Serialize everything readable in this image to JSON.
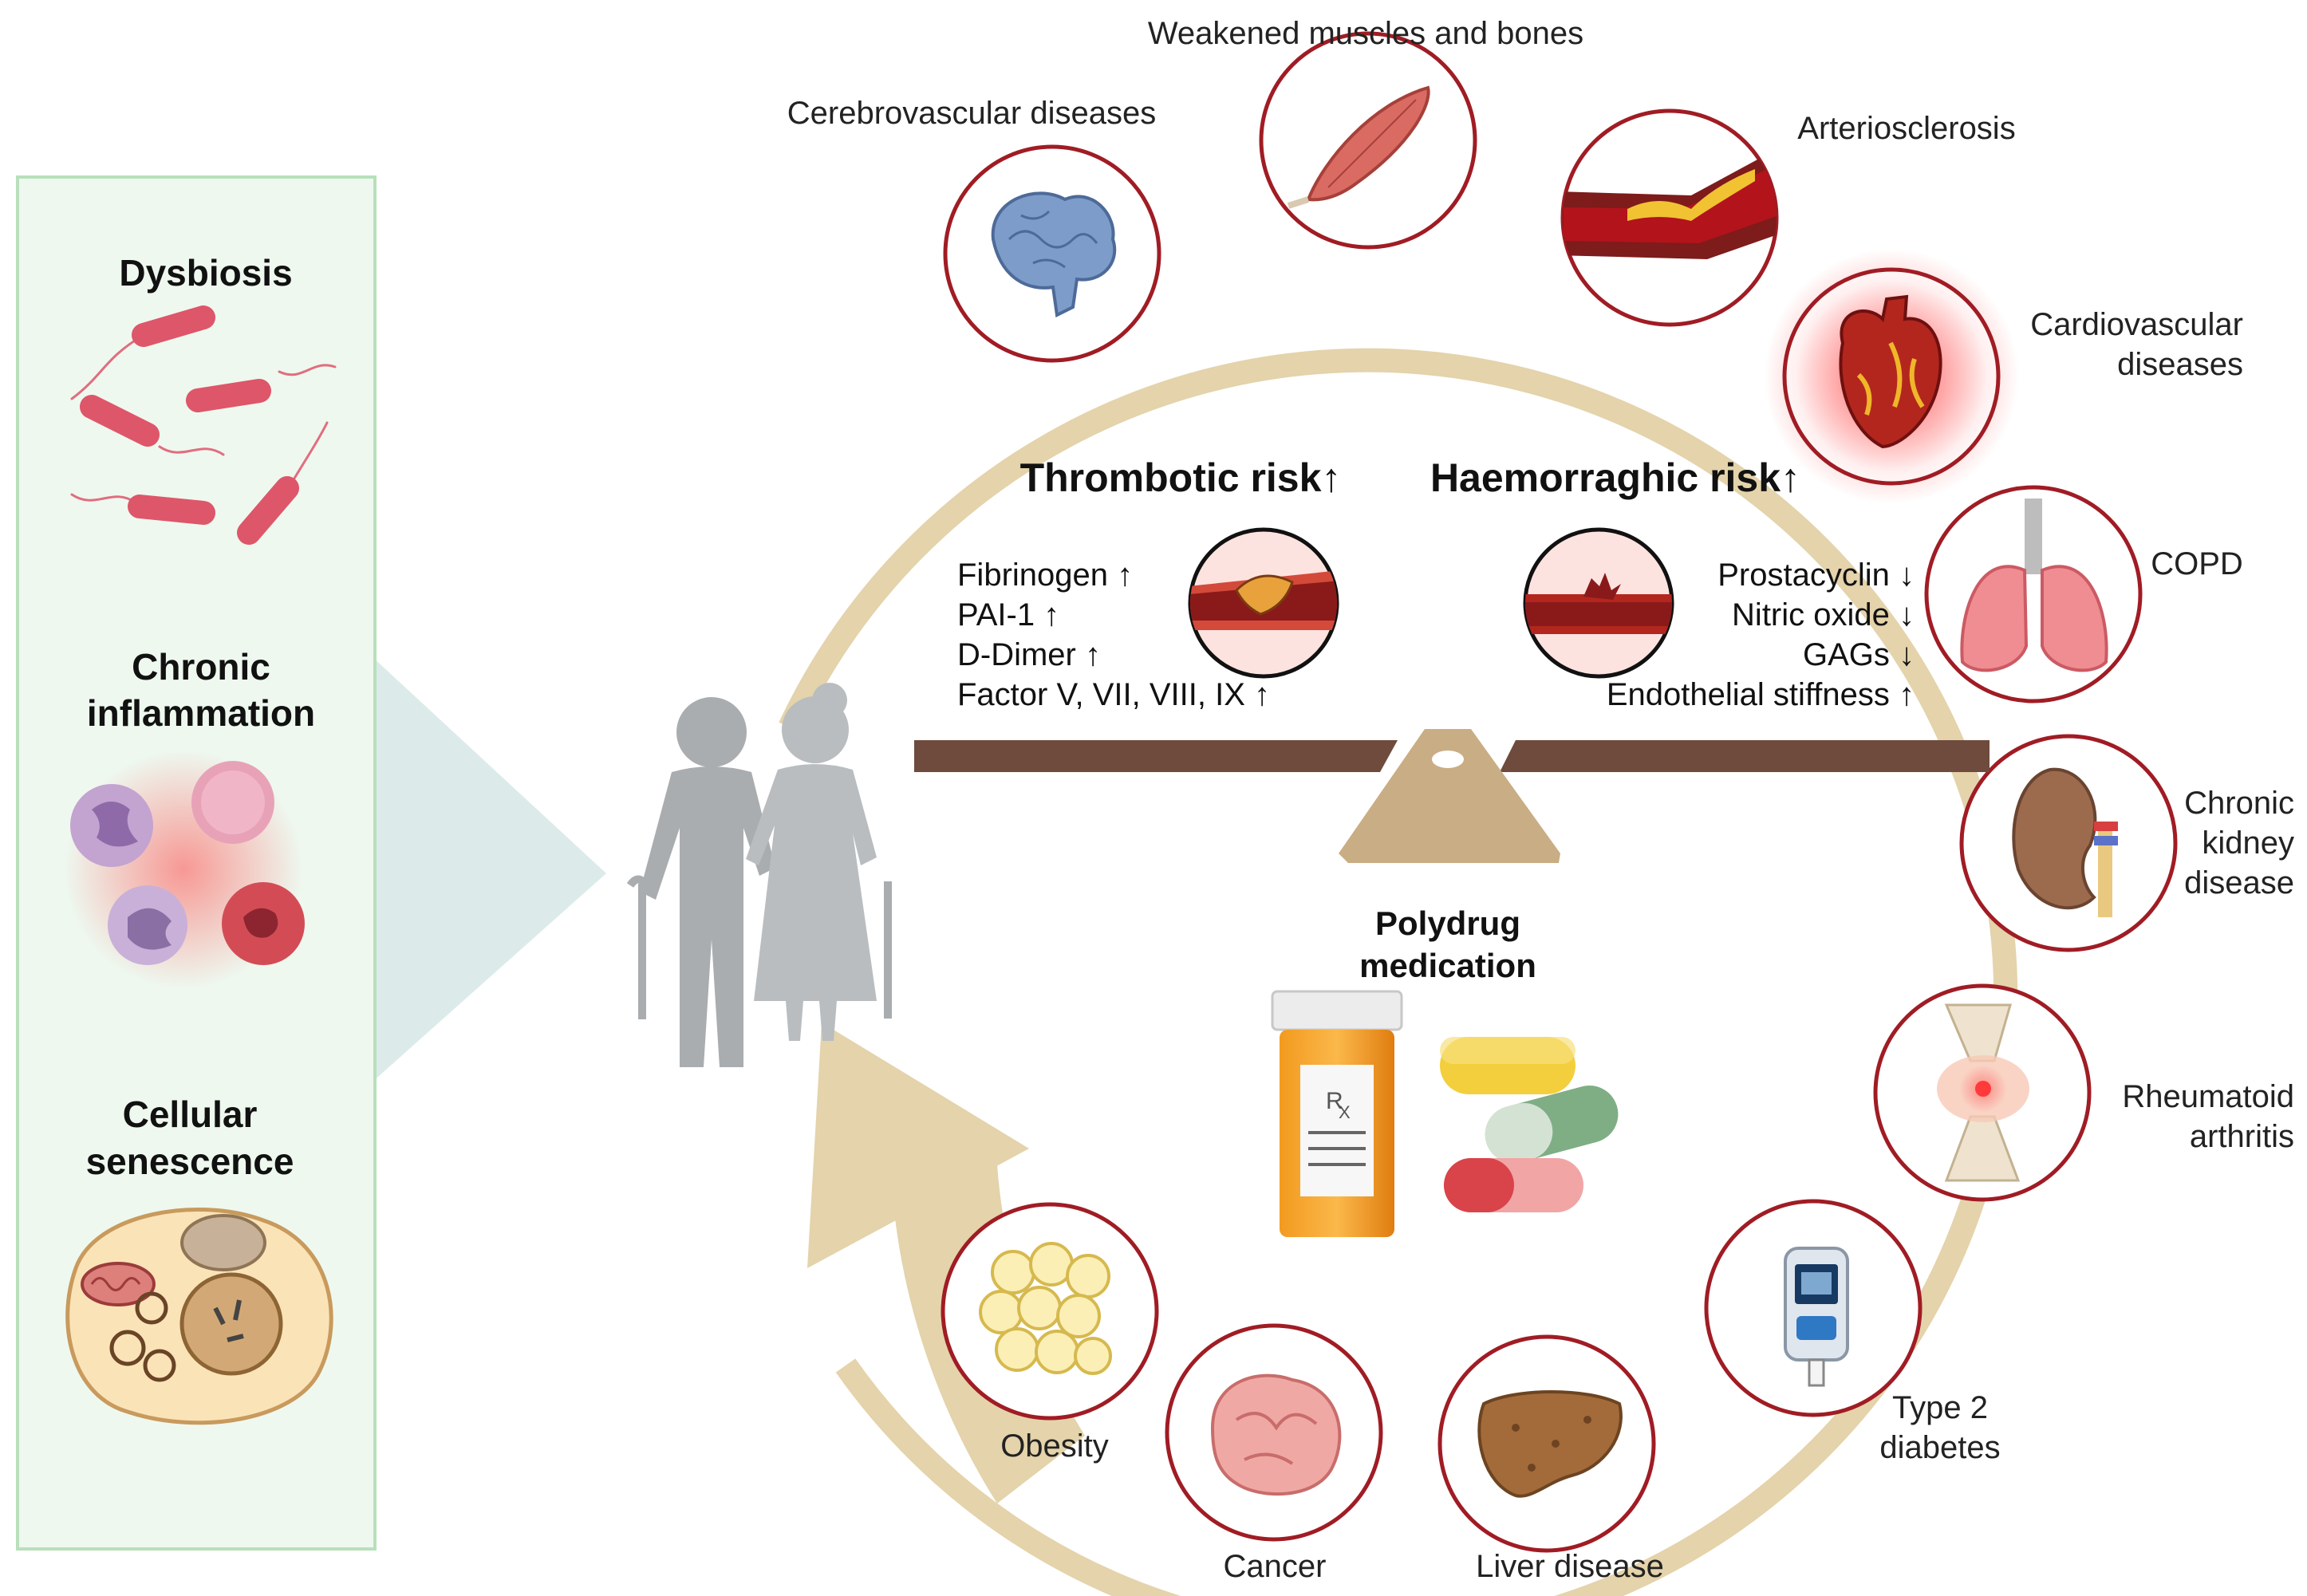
{
  "left_panel": {
    "items": [
      {
        "label": "Dysbiosis",
        "icon": "bacteria-icon"
      },
      {
        "label_lines": [
          "Chronic",
          "inflammation"
        ],
        "icon": "immune-cells-icon"
      },
      {
        "label_lines": [
          "Cellular",
          "senescence"
        ],
        "icon": "senescent-cell-icon"
      }
    ]
  },
  "center": {
    "thrombotic": {
      "title": "Thrombotic risk↑",
      "markers": [
        "Fibrinogen ↑",
        "PAI-1 ↑",
        "D-Dimer ↑",
        "Factor V, VII, VIII, IX ↑"
      ]
    },
    "haemorrhagic": {
      "title": "Haemorraghic risk↑",
      "markers": [
        "Prostacyclin ↓",
        "Nitric oxide ↓",
        "GAGs ↓",
        "Endothelial stiffness ↑"
      ]
    },
    "polydrug": {
      "label_lines": [
        "Polydrug",
        "medication"
      ],
      "rx": "R",
      "rx_sub": "X"
    }
  },
  "conditions": [
    {
      "label_lines": [
        "Cerebrovascular diseases"
      ],
      "icon": "brain-icon"
    },
    {
      "label_lines": [
        "Weakened muscles and bones"
      ],
      "icon": "muscle-icon"
    },
    {
      "label_lines": [
        "Arteriosclerosis"
      ],
      "icon": "artery-plaque-icon"
    },
    {
      "label_lines": [
        "Cardiovascular",
        "diseases"
      ],
      "icon": "heart-icon"
    },
    {
      "label_lines": [
        "COPD"
      ],
      "icon": "lungs-icon"
    },
    {
      "label_lines": [
        "Chronic",
        "kidney",
        "disease"
      ],
      "icon": "kidney-icon"
    },
    {
      "label_lines": [
        "Rheumatoid",
        "arthritis"
      ],
      "icon": "knee-joint-icon"
    },
    {
      "label_lines": [
        "Type 2",
        "diabetes"
      ],
      "icon": "glucometer-icon"
    },
    {
      "label_lines": [
        "Liver disease"
      ],
      "icon": "liver-icon"
    },
    {
      "label_lines": [
        "Cancer"
      ],
      "icon": "tumor-icon"
    },
    {
      "label_lines": [
        "Obesity"
      ],
      "icon": "adipocytes-icon"
    }
  ],
  "colors": {
    "panel_bg": "#eef8ef",
    "panel_border": "#b8e0bb",
    "ring": "#e4d3ab",
    "circle_stroke": "#a01c24",
    "scale_beam": "#6e4b3c",
    "scale_base": "#c9ad84",
    "figure_gray": "#a9adb0"
  }
}
